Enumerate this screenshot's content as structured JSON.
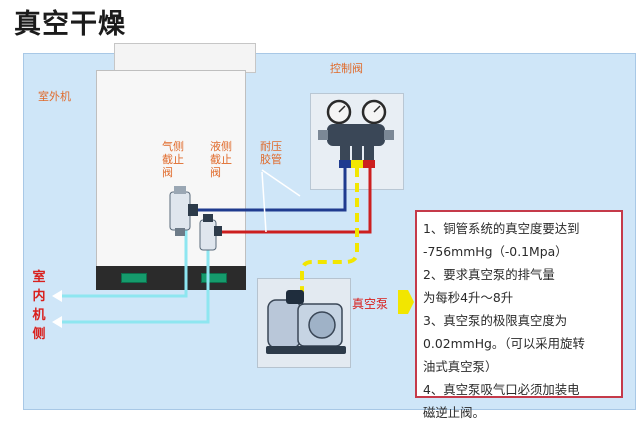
{
  "title": "真空干燥",
  "labels": {
    "outdoor_unit": "室外机",
    "control_valve": "控制阀",
    "gas_valve": [
      "气侧",
      "截止",
      "阀"
    ],
    "liquid_valve": [
      "液侧",
      "截止",
      "阀"
    ],
    "hose": [
      "耐压",
      "胶管"
    ],
    "indoor_side": [
      "室",
      "内",
      "机",
      "侧"
    ],
    "vacuum_pump": "真空泵"
  },
  "notes": [
    "1、铜管系统的真空度要达到",
    "-756mmHg（-0.1Mpa）",
    "2、要求真空泵的排气量",
    "为每秒4升～8升",
    "3、真空泵的极限真空度为",
    "0.02mmHg。（可以采用旋转",
    "油式真空泵）",
    "4、真空泵吸气口必须加装电",
    "磁逆止阀。"
  ],
  "colors": {
    "panel": "#cfe6f8",
    "label_orange": "#e06a2a",
    "label_red": "#d9201d",
    "notes_border": "#c53a4a",
    "pipe_blue": "#1f3b8f",
    "pipe_red": "#cc1f1f",
    "pipe_light": "#8ee6f0",
    "vacuum_line": "#f2e600",
    "vent_green": "#159b6c"
  }
}
